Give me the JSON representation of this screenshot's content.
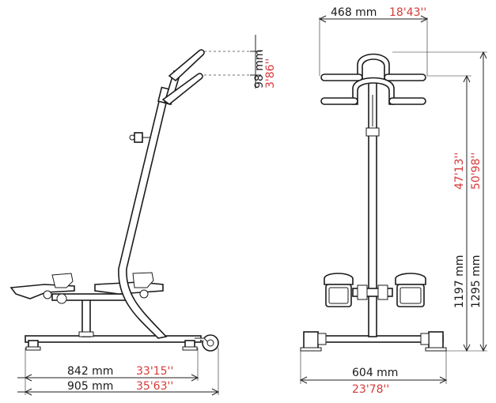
{
  "dimensions": {
    "handle_offset": {
      "metric": "98 mm",
      "imperial": "3'86''"
    },
    "width_top": {
      "metric": "468 mm",
      "imperial": "18'43''"
    },
    "height_lower": {
      "metric": "1197 mm",
      "imperial": "47'13''"
    },
    "height_total": {
      "metric": "1295 mm",
      "imperial": "50'98''"
    },
    "base_width": {
      "metric": "604 mm",
      "imperial": "23'78''"
    },
    "length_frame": {
      "metric": "842 mm",
      "imperial": "33'15''"
    },
    "length_total": {
      "metric": "905 mm",
      "imperial": "35'63''"
    }
  },
  "colors": {
    "metric_text": "#1a1a1a",
    "imperial_text": "#d63a3a",
    "line": "#1b1b1b"
  }
}
